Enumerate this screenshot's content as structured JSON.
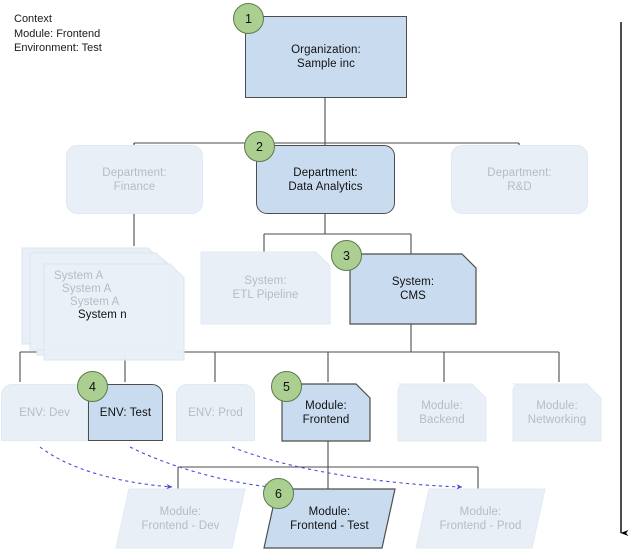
{
  "diagram": {
    "title": "Context hierarchy diagram",
    "colors": {
      "active_fill": "#c9dcef",
      "faded_fill": "#e9eff7",
      "active_stroke": "#4d4d4d",
      "faded_stroke": "#e2e9f2",
      "badge_fill": "#aacf91",
      "badge_stroke": "#5d7a4a",
      "connector": "#4d4d4d",
      "dashed_link": "#4b4bd8",
      "active_text": "#111111",
      "faded_text": "#b6bcc4"
    }
  },
  "context": {
    "heading": "Context",
    "module_line": "Module: Frontend",
    "environment_line": "Environment: Test",
    "full_text": "Context\nModule: Frontend\nEnvironment: Test"
  },
  "levels": {
    "organization": {
      "label": "Organization:\nSample inc",
      "state": "active",
      "badge": "1"
    },
    "departments": [
      {
        "label": "Department:\nFinance",
        "state": "faded",
        "badge": null
      },
      {
        "label": "Department:\nData Analytics",
        "state": "active",
        "badge": "2"
      },
      {
        "label": "Department:\nR&D",
        "state": "faded",
        "badge": null
      }
    ],
    "system_stack": {
      "labels": [
        "System A",
        "System A",
        "System A",
        "System n"
      ],
      "state": "faded"
    },
    "systems": [
      {
        "label": "System:\nETL Pipeline",
        "state": "faded",
        "badge": null
      },
      {
        "label": "System:\nCMS",
        "state": "active",
        "badge": "3"
      }
    ],
    "environments": [
      {
        "label": "ENV: Dev",
        "state": "faded",
        "badge": null
      },
      {
        "label": "ENV: Test",
        "state": "active",
        "badge": "4"
      },
      {
        "label": "ENV: Prod",
        "state": "faded",
        "badge": null
      }
    ],
    "modules": [
      {
        "label": "Module:\nFrontend",
        "state": "active",
        "badge": "5"
      },
      {
        "label": "Module:\nBackend",
        "state": "faded",
        "badge": null
      },
      {
        "label": "Module:\nNetworking",
        "state": "faded",
        "badge": null
      }
    ],
    "deployments": [
      {
        "label": "Module:\nFrontend - Dev",
        "state": "faded",
        "badge": null
      },
      {
        "label": "Module:\nFrontend - Test",
        "state": "active",
        "badge": "6"
      },
      {
        "label": "Module:\nFrontend - Prod",
        "state": "faded",
        "badge": null
      }
    ]
  },
  "flow_arrow": {
    "name": "downward-flow-arrow",
    "direction": "down"
  }
}
